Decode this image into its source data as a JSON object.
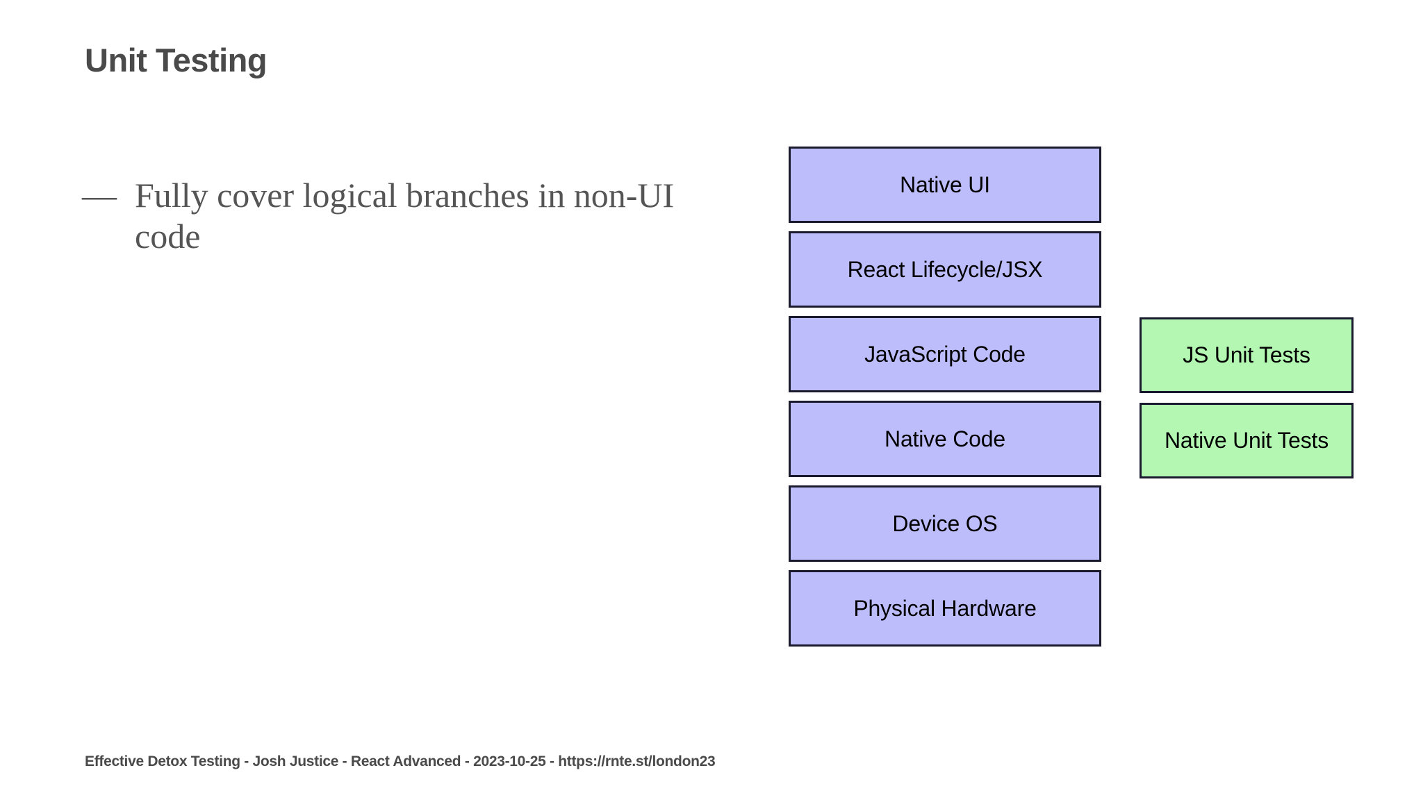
{
  "slide": {
    "title": "Unit Testing",
    "background_color": "#ffffff",
    "title_color": "#4a4a4a"
  },
  "bullets": [
    {
      "marker": "—",
      "text": "Fully cover logical branches in non-UI code"
    }
  ],
  "diagram": {
    "stack_fill_color": "#bdbdfb",
    "tests_fill_color": "#b3f7b3",
    "border_color": "#1a1a2e",
    "stack_layers": [
      {
        "label": "Native UI"
      },
      {
        "label": "React Lifecycle/JSX"
      },
      {
        "label": "JavaScript Code"
      },
      {
        "label": "Native Code"
      },
      {
        "label": "Device OS"
      },
      {
        "label": "Physical Hardware"
      }
    ],
    "test_boxes": [
      {
        "label": "JS Unit Tests"
      },
      {
        "label": "Native Unit Tests"
      }
    ]
  },
  "footer": {
    "text": "Effective Detox Testing - Josh Justice - React Advanced - 2023-10-25 - https://rnte.st/london23"
  }
}
